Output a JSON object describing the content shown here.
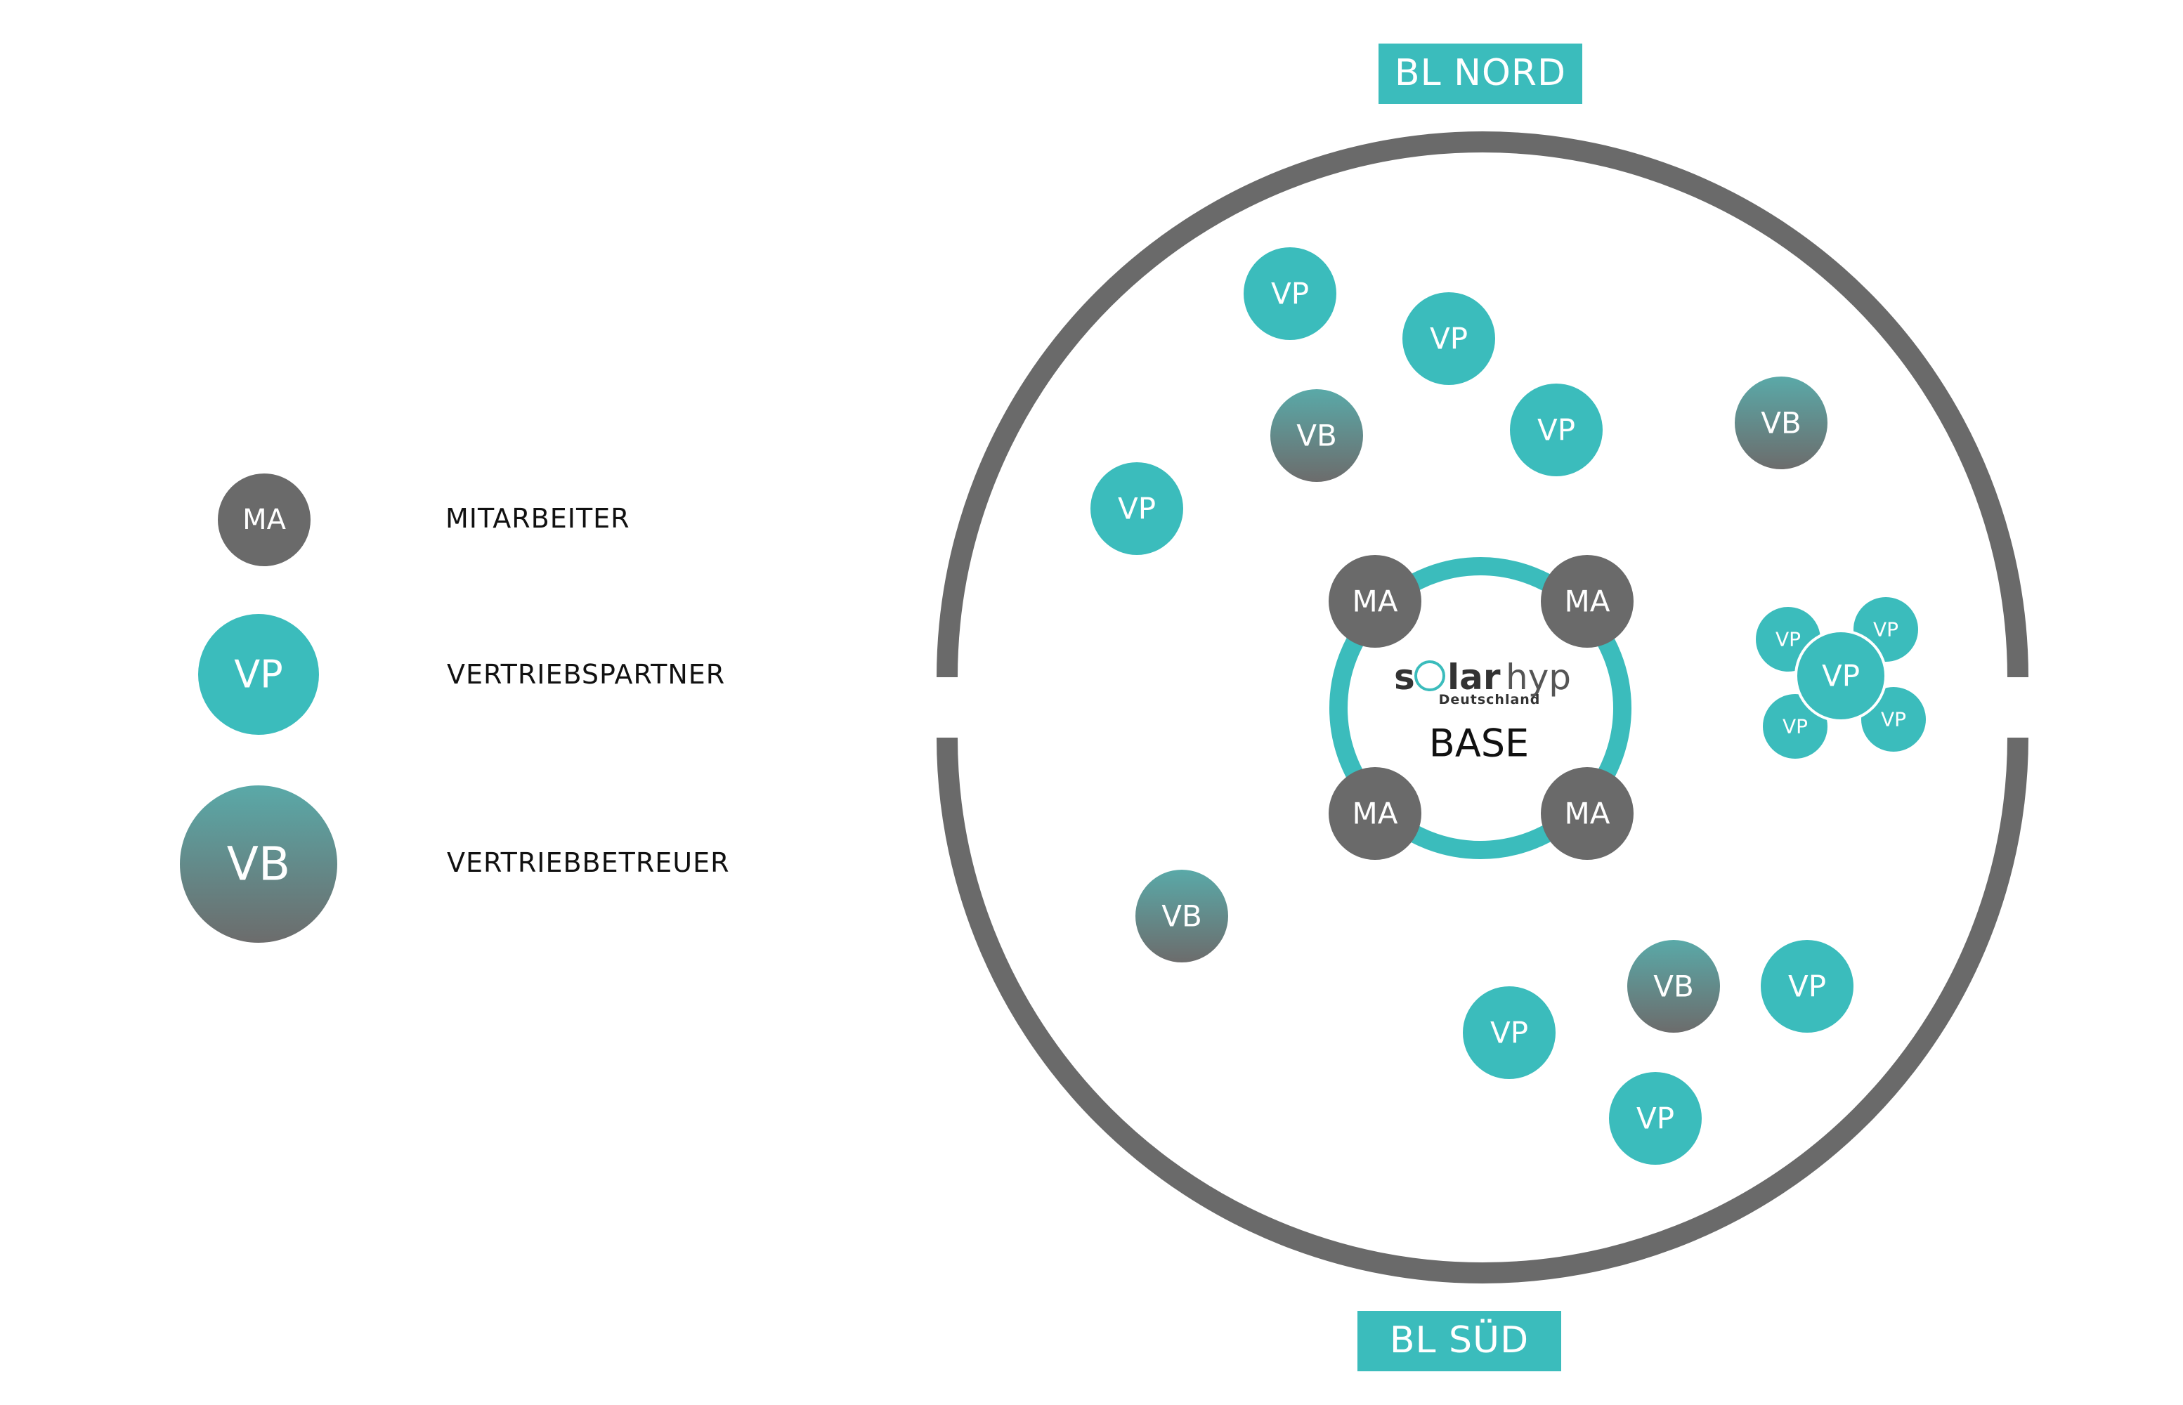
{
  "colors": {
    "teal": "#3bbcbc",
    "gray": "#6a6a6a",
    "gradient_top": "#5aa9a8",
    "gradient_bottom": "#6c6c6c",
    "ring": "#6a6a6a",
    "text": "#111111"
  },
  "legend": [
    {
      "code": "MA",
      "label": "MITARBEITER",
      "style": "gray"
    },
    {
      "code": "VP",
      "label": "VERTRIEBSPARTNER",
      "style": "teal"
    },
    {
      "code": "VB",
      "label": "VERTRIEBBETREUER",
      "style": "gradient"
    }
  ],
  "regions": {
    "north": "BL NORD",
    "south": "BL SÜD"
  },
  "base": {
    "label": "BASE",
    "logo_prefix": "s",
    "logo_bold": "lar",
    "logo_light": "hyp",
    "logo_sub": "Deutschland",
    "nodes": [
      "MA",
      "MA",
      "MA",
      "MA"
    ]
  },
  "partner_nodes": [
    "VP",
    "VP",
    "VP",
    "VB",
    "VP",
    "VB",
    "VB",
    "VB",
    "VP",
    "VP",
    "VP"
  ],
  "cluster": {
    "center": "VP",
    "satellites": [
      "VP",
      "VP",
      "VP",
      "VP"
    ]
  }
}
